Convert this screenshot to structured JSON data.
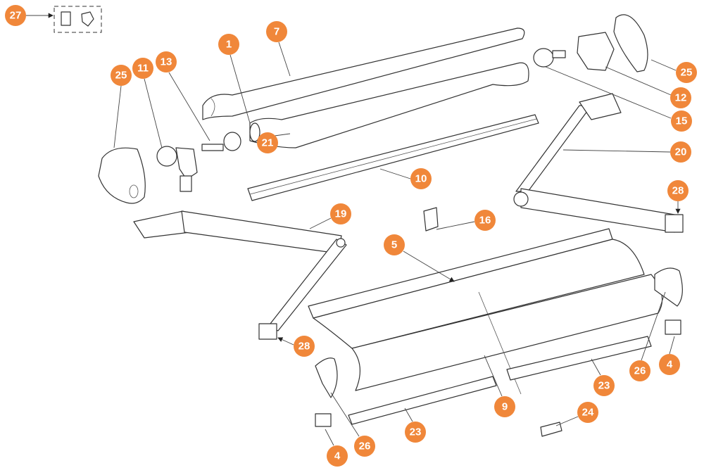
{
  "diagram": {
    "title": "Awning exploded parts diagram",
    "accent_color": "#F0873A",
    "callouts": [
      "27",
      "1",
      "7",
      "25",
      "11",
      "13",
      "21",
      "10",
      "12",
      "15",
      "25",
      "20",
      "28",
      "19",
      "16",
      "5",
      "28",
      "9",
      "26",
      "4",
      "23",
      "24",
      "23",
      "26",
      "4"
    ]
  }
}
